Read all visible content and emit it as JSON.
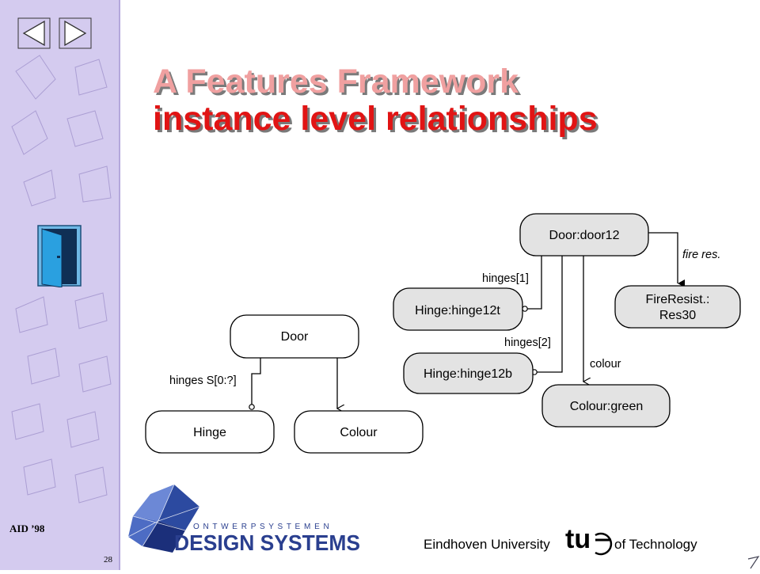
{
  "slide": {
    "title_line1": "A Features Framework",
    "title_line2": "instance level relationships",
    "footer_left": "AID ’98",
    "page_number": "28",
    "university_left": "Eindhoven University",
    "university_right": "of Technology",
    "logo_subtitle": "O N T W E R P   S Y S T E M E N",
    "logo_title": "DESIGN SYSTEMS",
    "tue_mark": "tu"
  },
  "class_diagram": {
    "door": "Door",
    "hinge": "Hinge",
    "colour": "Colour",
    "hinges_label": "hinges S[0:?]"
  },
  "instance_diagram": {
    "door": "Door:door12",
    "hinge1": "Hinge:hinge12t",
    "hinge2": "Hinge:hinge12b",
    "colour": "Colour:green",
    "fire_line1": "FireResist.:",
    "fire_line2": "Res30",
    "hinges1_label": "hinges[1]",
    "hinges2_label": "hinges[2]",
    "colour_label": "colour",
    "fire_label": "fire res."
  },
  "colors": {
    "sidebar": "#d4cbef",
    "title_light": "#f0a0a0",
    "title_red": "#e11414",
    "logo_blue": "#2a3f8f"
  }
}
